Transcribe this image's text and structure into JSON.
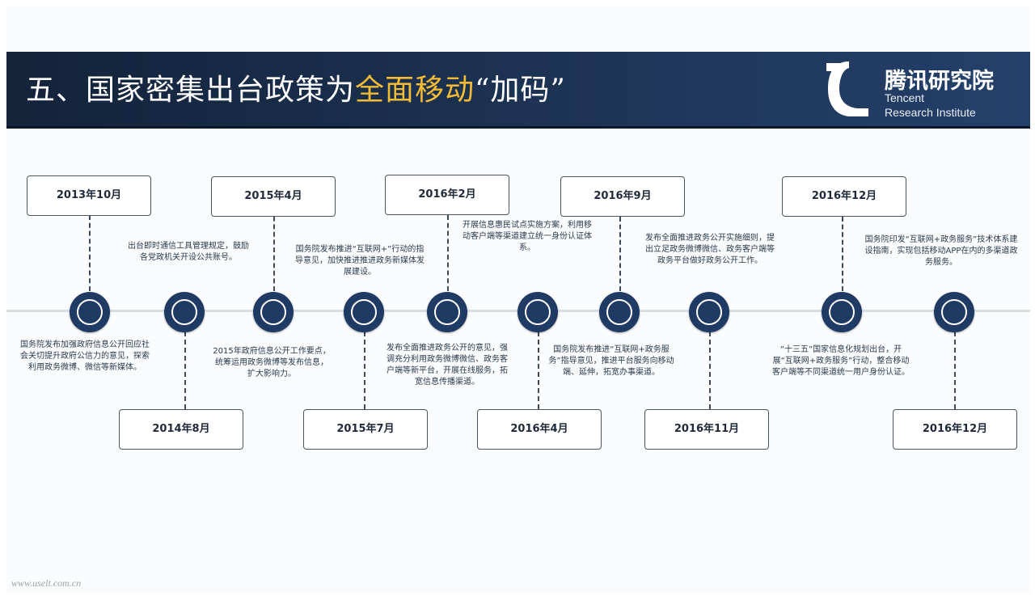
{
  "header": {
    "title_pre": "五、国家密集出台政策为",
    "title_highlight": "全面移动",
    "title_post": "“加码”",
    "highlight_color": "#f4bc33",
    "banner_color": "#1b3150"
  },
  "logo": {
    "cn": "腾讯研究院",
    "en_line1": "Tencent",
    "en_line2": "Research Institute"
  },
  "timeline": [
    {
      "date": "2013年10月",
      "text": "国务院发布加强政府信息公开回应社会关切提升政府公信力的意见，探索利用政务微博、微信等新媒体。"
    },
    {
      "date": "2014年8月",
      "text": "出台即时通信工具管理规定，鼓励各党政机关开设公共账号。"
    },
    {
      "date": "2015年4月",
      "text": "2015年政府信息公开工作要点，统筹运用政务微博等发布信息，扩大影响力。"
    },
    {
      "date": "2015年7月",
      "text": "国务院发布推进“互联网+”行动的指导意见，加快推进推进政务新媒体发展建设。"
    },
    {
      "date": "2016年2月",
      "text": "发布全面推进政务公开的意见，强调充分利用政务微博微信、政务客户端等新平台，开展在线服务，拓宽信息传播渠道。"
    },
    {
      "date": "2016年4月",
      "text": "开展信息惠民试点实施方案，利用移动客户端等渠道建立统一身份认证体系。"
    },
    {
      "date": "2016年9月",
      "text": "国务院发布推进“互联网+政务服务”指导意见，推进平台服务向移动端、延伸，拓宽办事渠道。"
    },
    {
      "date": "2016年11月",
      "text": "发布全面推进政务公开实施细则，提出立足政务微博微信、政务客户端等政务平台做好政务公开工作。"
    },
    {
      "date": "2016年12月",
      "text": "“十三五”国家信息化规划出台，开展“互联网+政务服务”行动，整合移动客户端等不同渠道统一用户身份认证。"
    },
    {
      "date": "2016年12月",
      "text": "国务院印发“互联网+政务服务”技术体系建设指南，实现包括移动APP在内的多渠道政务服务。"
    }
  ],
  "watermark": "www.uselt.com.cn"
}
